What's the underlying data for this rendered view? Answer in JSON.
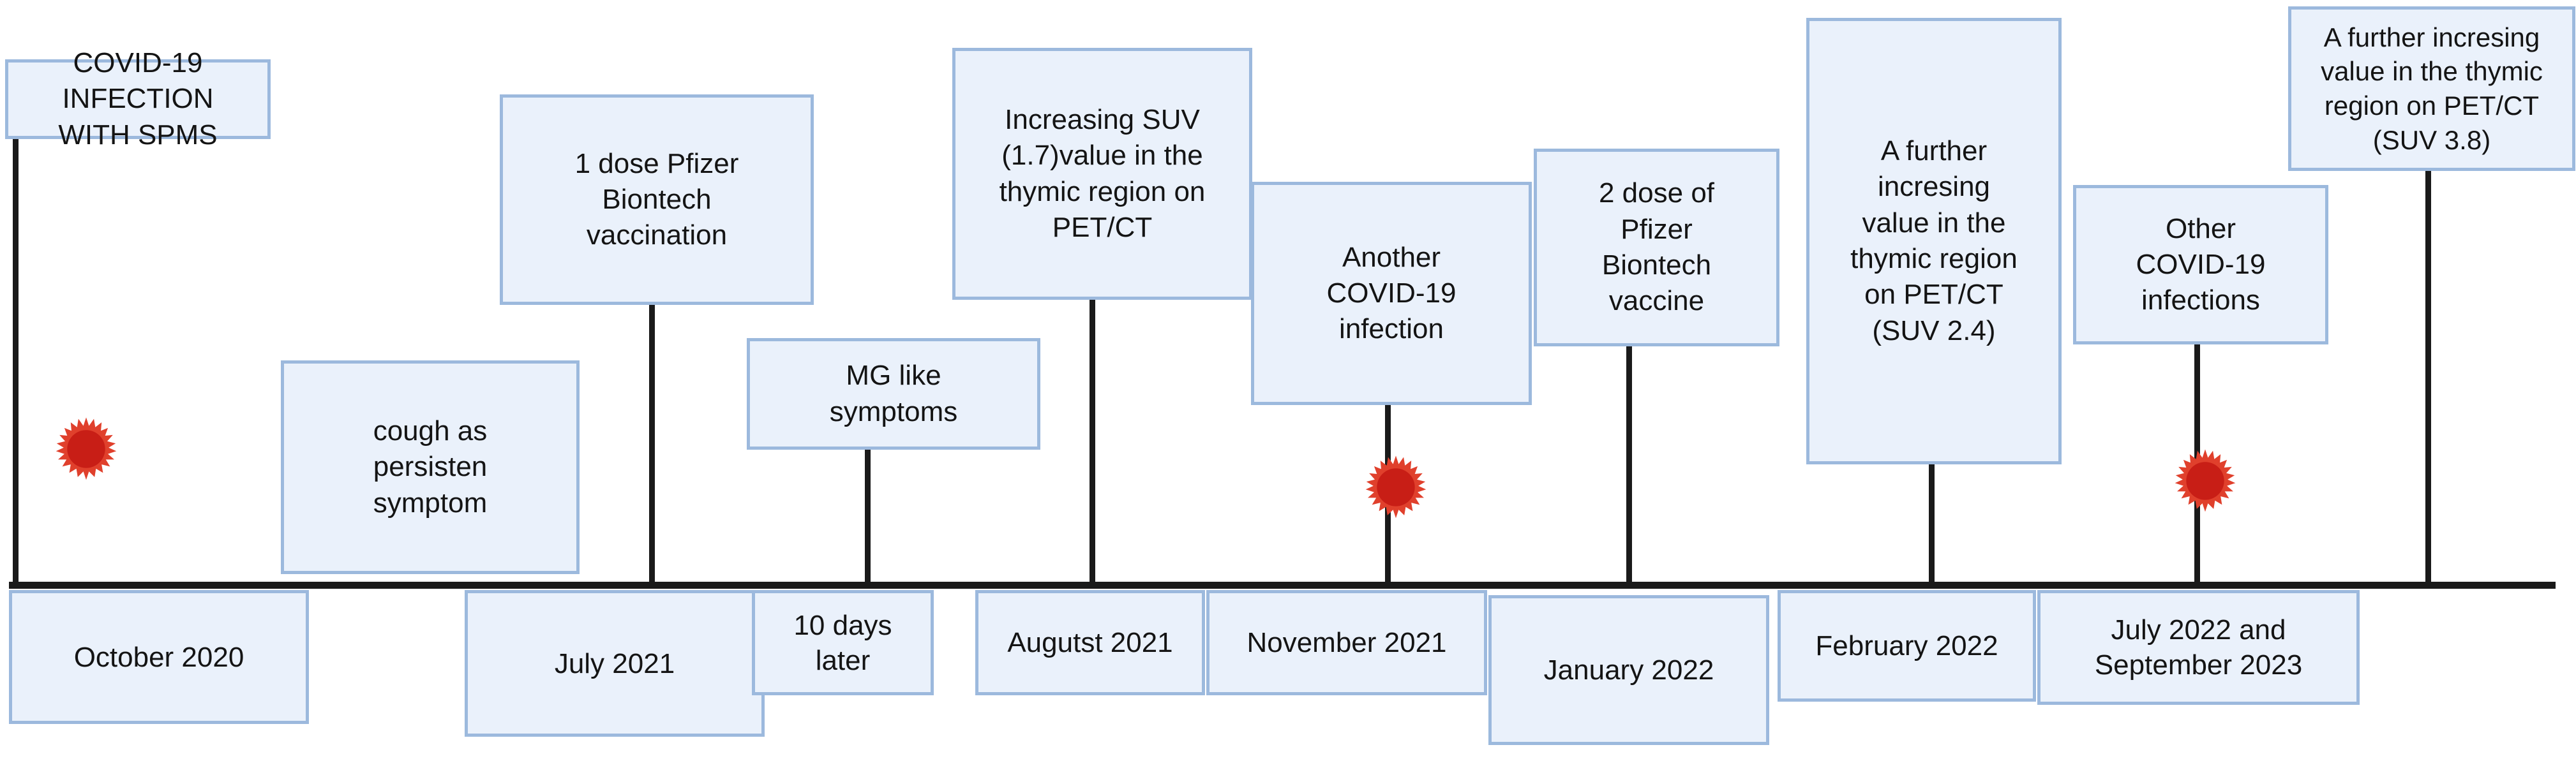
{
  "diagram": {
    "title": "COVID-19 / thymic PET-CT clinical timeline",
    "accent_border": "#9cb9dd",
    "accent_fill": "#eaf1fb",
    "axis_color": "#1a1a1a",
    "virus_color": "#d32118"
  },
  "events": [
    {
      "id": "covid-infection-spms",
      "label": "COVID-19 INFECTION\nWITH SPMS"
    },
    {
      "id": "cough-persistent",
      "label": "cough as\npersisten\nsymptom"
    },
    {
      "id": "pfizer-dose-1",
      "label": "1 dose Pfizer\nBiontech\nvaccination"
    },
    {
      "id": "mg-like-symptoms",
      "label": "MG like\nsymptoms"
    },
    {
      "id": "suv-1-7",
      "label": "Increasing SUV\n(1.7)value in the\nthymic region on\nPET/CT"
    },
    {
      "id": "another-covid",
      "label": "Another\nCOVID-19\ninfection"
    },
    {
      "id": "pfizer-dose-2",
      "label": "2 dose of\nPfizer\nBiontech\nvaccine"
    },
    {
      "id": "suv-2-4",
      "label": "A further\nincresing\nvalue  in the\nthymic region\non PET/CT\n(SUV 2.4)"
    },
    {
      "id": "other-covid",
      "label": "Other\nCOVID-19\ninfections"
    },
    {
      "id": "suv-3-8",
      "label": "A further incresing\nvalue in the thymic\nregion on PET/CT\n(SUV 3.8)"
    }
  ],
  "dates": [
    {
      "id": "date-oct-2020",
      "label": "October 2020"
    },
    {
      "id": "date-jul-2021",
      "label": "July 2021"
    },
    {
      "id": "date-10-days",
      "label": "10 days\nlater"
    },
    {
      "id": "date-aug-2021",
      "label": "Augutst 2021"
    },
    {
      "id": "date-nov-2021",
      "label": "November 2021"
    },
    {
      "id": "date-jan-2022",
      "label": "January 2022"
    },
    {
      "id": "date-feb-2022",
      "label": "February 2022"
    },
    {
      "id": "date-jul22-sep23",
      "label": "July 2022 and\nSeptember 2023"
    }
  ],
  "icons": [
    {
      "id": "virus-2020",
      "name": "coronavirus-icon"
    },
    {
      "id": "virus-2021",
      "name": "coronavirus-icon"
    },
    {
      "id": "virus-2022",
      "name": "coronavirus-icon"
    }
  ]
}
